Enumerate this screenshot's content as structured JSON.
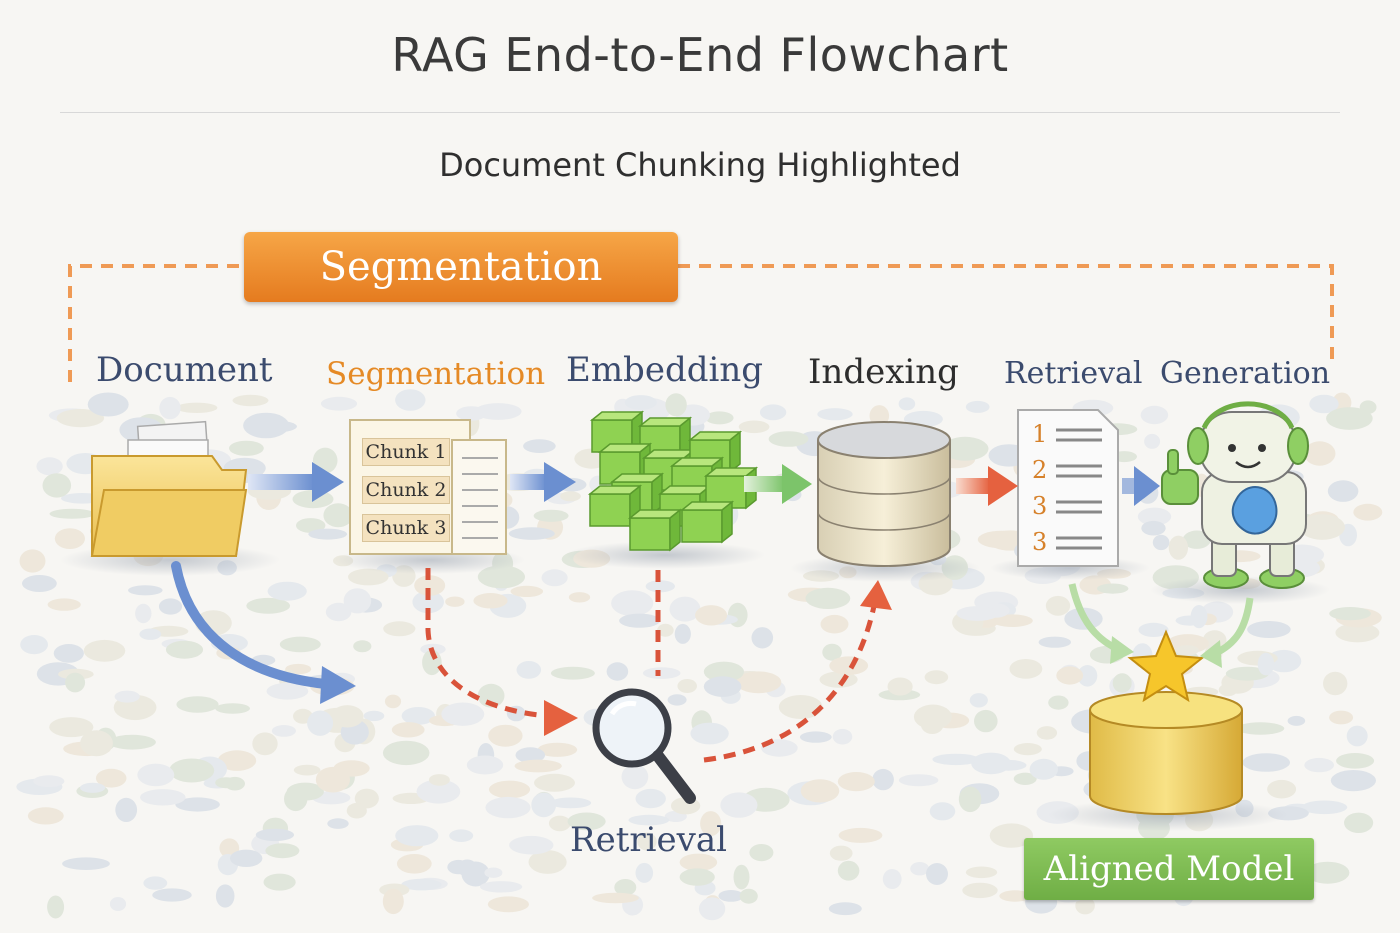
{
  "title": "RAG End-to-End Flowchart",
  "subtitle": "Document Chunking Highlighted",
  "highlight_banner": "Segmentation",
  "stages": [
    {
      "label": "Document",
      "color": "#3b4b6e"
    },
    {
      "label": "Segmentation",
      "color": "#e58a26"
    },
    {
      "label": "Embedding",
      "color": "#3b4b6e"
    },
    {
      "label": "Indexing",
      "color": "#2d2d2d"
    },
    {
      "label": "Retrieval",
      "color": "#3b4b6e"
    },
    {
      "label": "Generation",
      "color": "#3b4b6e"
    }
  ],
  "chunks": [
    "Chunk 1",
    "Chunk 2",
    "Chunk 3"
  ],
  "ranked_list": [
    "1",
    "2",
    "3",
    "3"
  ],
  "retrieval_label": "Retrieval",
  "aligned_model": "Aligned Model",
  "colors": {
    "accent_orange": "#e58a26",
    "arrow_blue": "#6b8fd0",
    "arrow_green": "#7cc46a",
    "arrow_red": "#e5613f",
    "dashed_orange": "#ef9a55",
    "dashed_red": "#d9533a"
  }
}
